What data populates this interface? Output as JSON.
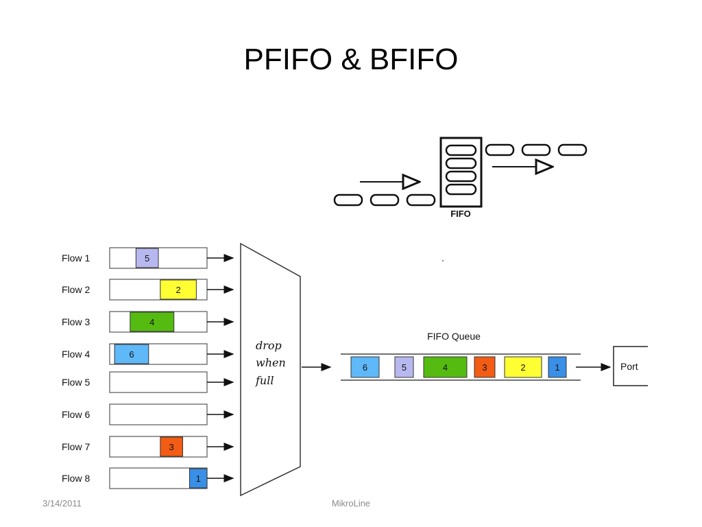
{
  "slide": {
    "title": "PFIFO & BFIFO",
    "footer_date": "3/14/2011",
    "footer_center": "MikroLine"
  },
  "fifo_icon": {
    "label": "FIFO",
    "incoming_packets": 3,
    "stored_packets": 4,
    "outgoing_packets": 3
  },
  "classifier": {
    "lines": [
      "drop",
      "when",
      "full"
    ]
  },
  "flows": [
    {
      "label": "Flow 1",
      "packet": "5",
      "pos": 0.27,
      "width": 0.23,
      "color": "#b8b8f0"
    },
    {
      "label": "Flow 2",
      "packet": "2",
      "pos": 0.52,
      "width": 0.37,
      "color": "#ffff33"
    },
    {
      "label": "Flow 3",
      "packet": "4",
      "pos": 0.21,
      "width": 0.45,
      "color": "#55bb11"
    },
    {
      "label": "Flow 4",
      "packet": "6",
      "pos": 0.05,
      "width": 0.35,
      "color": "#5fb8f8"
    },
    {
      "label": "Flow 5"
    },
    {
      "label": "Flow 6"
    },
    {
      "label": "Flow 7",
      "packet": "3",
      "pos": 0.52,
      "width": 0.23,
      "color": "#f25c14"
    },
    {
      "label": "Flow 8",
      "packet": "1",
      "pos": 0.82,
      "width": 0.18,
      "color": "#3a8fe6"
    }
  ],
  "queue": {
    "title": "FIFO Queue",
    "packets": [
      {
        "label": "6",
        "color": "#5fb8f8"
      },
      {
        "label": "5",
        "color": "#b8b8f0"
      },
      {
        "label": "4",
        "color": "#55bb11"
      },
      {
        "label": "3",
        "color": "#f25c14"
      },
      {
        "label": "2",
        "color": "#ffff33"
      },
      {
        "label": "1",
        "color": "#3a8fe6"
      }
    ],
    "port_label": "Port"
  }
}
